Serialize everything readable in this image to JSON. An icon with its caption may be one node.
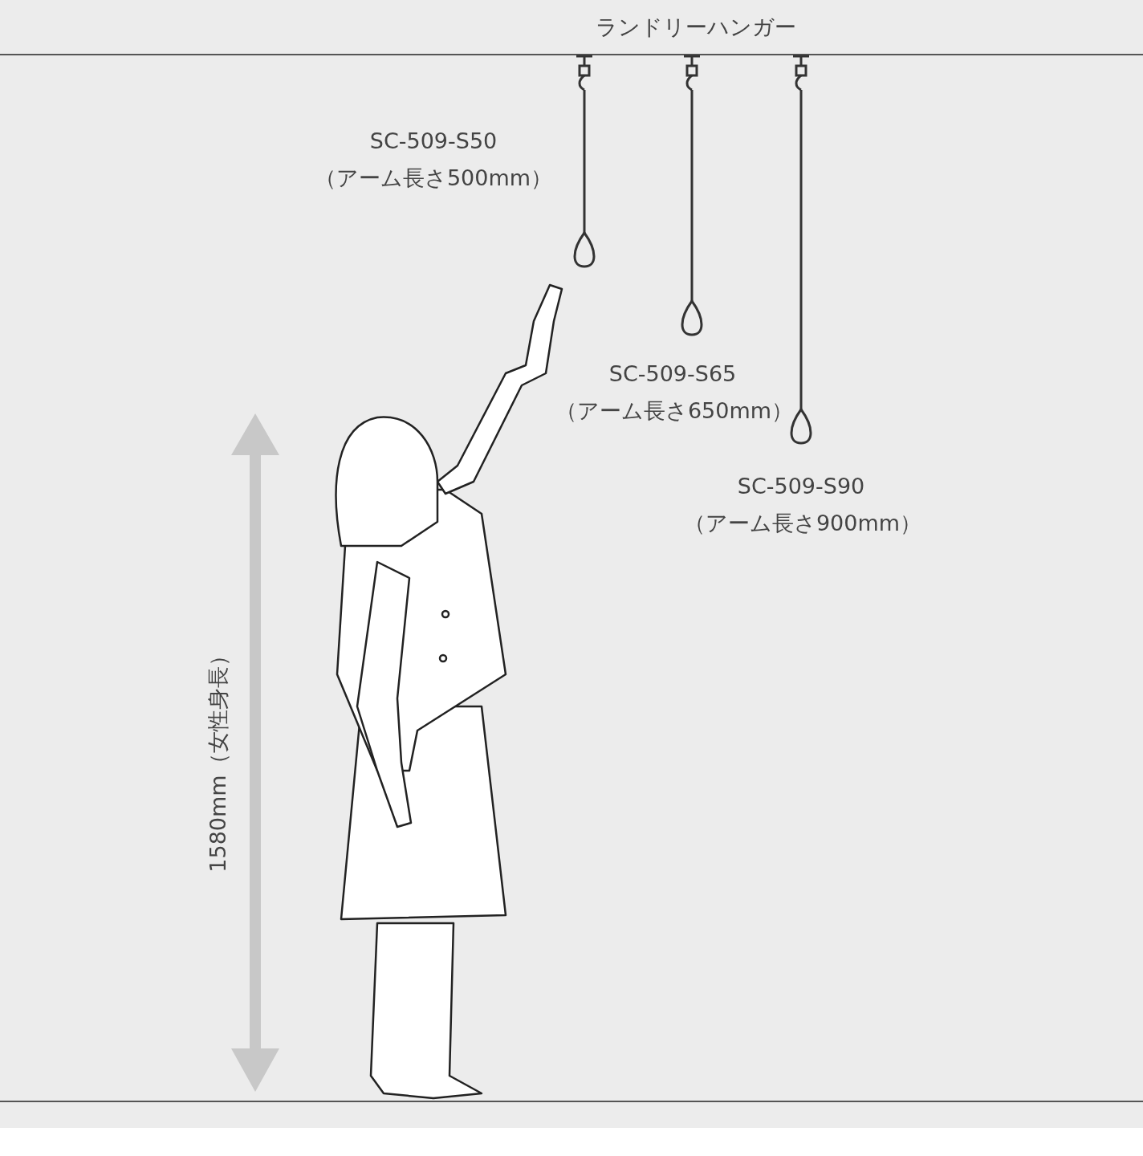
{
  "diagram": {
    "labels": [
      "ランドリーハンガー",
      "SC-509-S50",
      "（アーム長さ500mm）",
      "SC-509-S65",
      "（アーム長さ650mm）",
      "SC-509-S90",
      "（アーム長さ900mm）",
      "1580mm（女性身長）"
    ]
  }
}
